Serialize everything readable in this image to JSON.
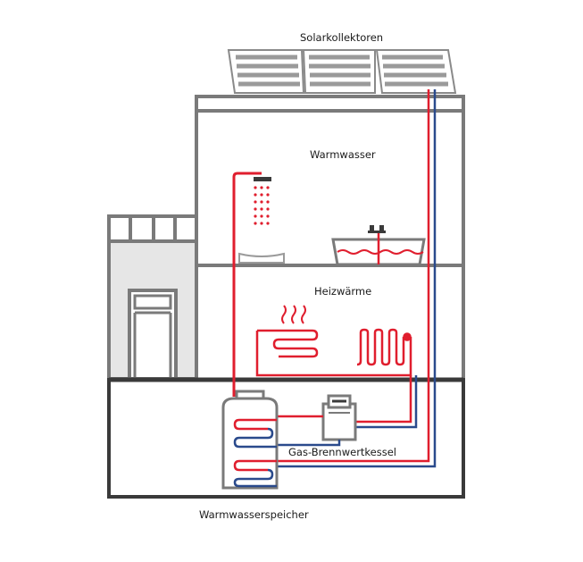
{
  "labels": {
    "solar": "Solarkollektoren",
    "hot_water": "Warmwasser",
    "heating": "Heizwärme",
    "boiler": "Gas-Brennwertkessel",
    "storage": "Warmwasserspeicher"
  },
  "colors": {
    "wall": "#7a7a7a",
    "basement": "#3a3a3a",
    "hot_pipe": "#e01e2e",
    "cold_pipe": "#2a4a8c",
    "panel": "#9a9a9a",
    "text": "#1a1a1a"
  }
}
